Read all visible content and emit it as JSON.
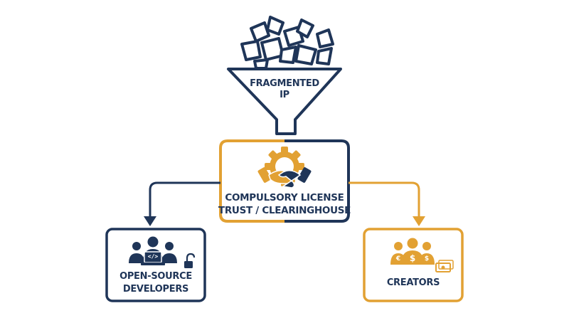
{
  "funnel": {
    "line1": "FRAGMENTED",
    "line2": "IP"
  },
  "trust": {
    "line1": "COMPULSORY LICENSE",
    "line2": "TRUST / CLEARINGHOUSE"
  },
  "developers": {
    "line1": "OPEN-SOURCE",
    "line2": "DEVELOPERS",
    "icon_code": "</>"
  },
  "creators": {
    "line1": "CREATORS",
    "icon_dollar": "$",
    "icon_euro": "€"
  },
  "colors": {
    "navy": "#1f3558",
    "gold": "#e2a133",
    "white": "#ffffff"
  }
}
